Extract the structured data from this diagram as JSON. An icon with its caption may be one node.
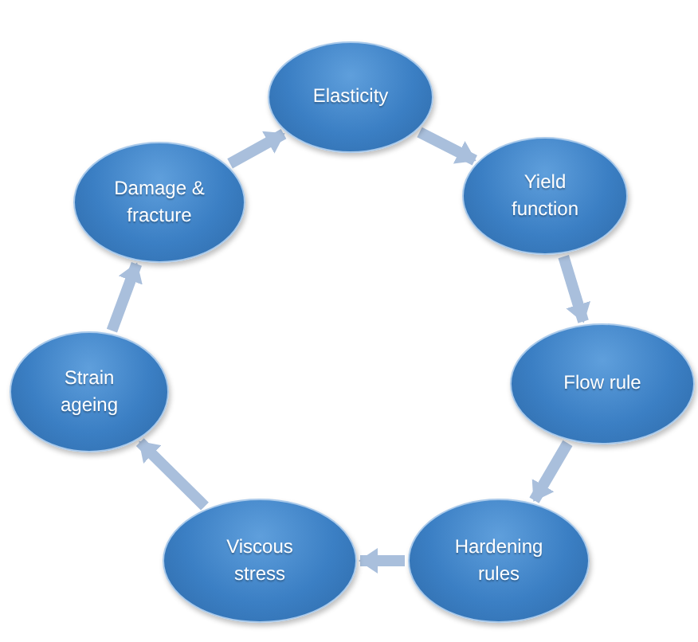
{
  "diagram": {
    "nodes": [
      {
        "text": [
          "Elasticity"
        ]
      },
      {
        "text": [
          "Yield function"
        ]
      },
      {
        "text": [
          "Flow rule"
        ]
      },
      {
        "text": [
          "Hardening rules"
        ]
      },
      {
        "text": [
          "Viscous stress"
        ]
      },
      {
        "text": [
          "Strain ageing"
        ]
      },
      {
        "text": [
          "Damage & fracture"
        ]
      }
    ],
    "edges": [
      {
        "from": 0,
        "to": 1,
        "arrow": "to"
      },
      {
        "from": 1,
        "to": 2,
        "arrow": "to"
      },
      {
        "from": 2,
        "to": 3,
        "arrow": "to"
      },
      {
        "from": 3,
        "to": 4,
        "arrow": "to"
      },
      {
        "from": 4,
        "to": 5,
        "arrow": "to"
      },
      {
        "from": 5,
        "to": 6,
        "arrow": "to"
      },
      {
        "from": 6,
        "to": 0,
        "arrow": "to"
      }
    ]
  }
}
